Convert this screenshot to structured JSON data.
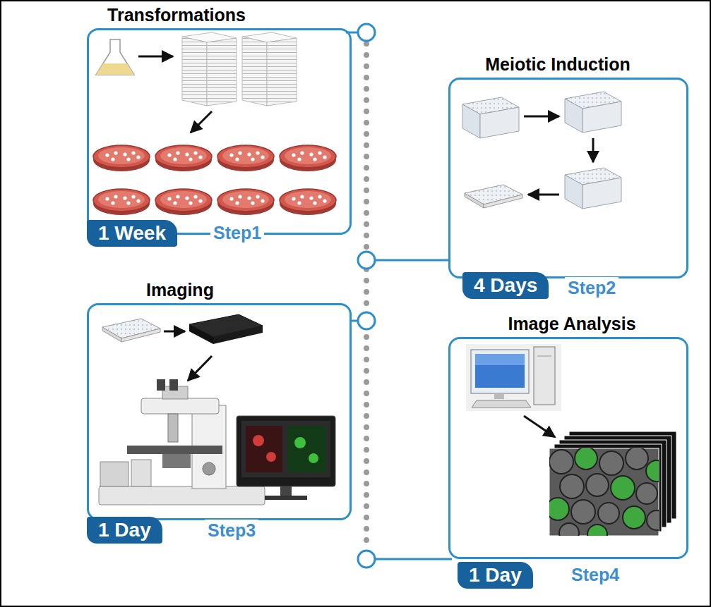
{
  "diagram": {
    "nodes": [
      {
        "text": [
          "Transformations",
          "1 Week",
          "Step1"
        ]
      },
      {
        "text": [
          "Meiotic Induction",
          "4 Days",
          "Step2"
        ]
      },
      {
        "text": [
          "Imaging",
          "1 Day",
          "Step3"
        ]
      },
      {
        "text": [
          "Image Analysis",
          "1 Day",
          "Step4"
        ]
      }
    ]
  }
}
